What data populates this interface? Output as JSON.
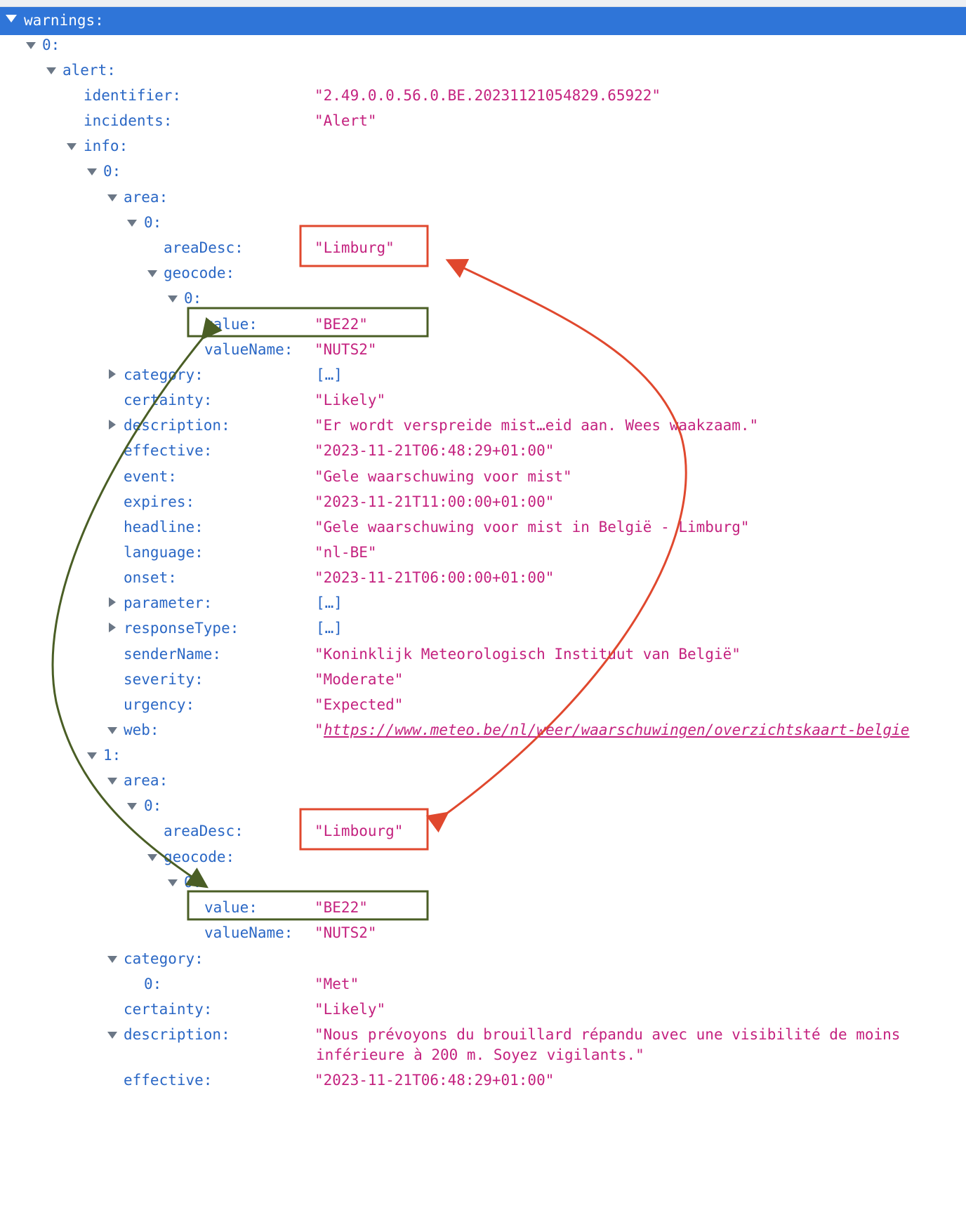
{
  "tree": {
    "root_key": "warnings:",
    "idx0": "0:",
    "alert": "alert:",
    "identifier_k": "identifier:",
    "identifier_v": "\"2.49.0.0.56.0.BE.20231121054829.65922\"",
    "incidents_k": "incidents:",
    "incidents_v": "\"Alert\"",
    "info": "info:",
    "info0": "0:",
    "area": "area:",
    "area0": "0:",
    "areaDesc_k": "areaDesc:",
    "areaDesc_v": "\"Limburg\"",
    "geocode": "geocode:",
    "geo0": "0:",
    "value_k": "value:",
    "value_v": "\"BE22\"",
    "valueName_k": "valueName:",
    "valueName_v": "\"NUTS2\"",
    "category_k": "category:",
    "collapsed": "[…]",
    "certainty_k": "certainty:",
    "certainty_v": "\"Likely\"",
    "description_k": "description:",
    "description_v": "\"Er wordt verspreide mist…eid aan. Wees waakzaam.\"",
    "effective_k": "effective:",
    "effective_v": "\"2023-11-21T06:48:29+01:00\"",
    "event_k": "event:",
    "event_v": "\"Gele waarschuwing voor mist\"",
    "expires_k": "expires:",
    "expires_v": "\"2023-11-21T11:00:00+01:00\"",
    "headline_k": "headline:",
    "headline_v": "\"Gele waarschuwing voor mist in België - Limburg\"",
    "language_k": "language:",
    "language_v": "\"nl-BE\"",
    "onset_k": "onset:",
    "onset_v": "\"2023-11-21T06:00:00+01:00\"",
    "parameter_k": "parameter:",
    "responseType_k": "responseType:",
    "senderName_k": "senderName:",
    "senderName_v": "\"Koninklijk Meteorologisch Instituut van België\"",
    "severity_k": "severity:",
    "severity_v": "\"Moderate\"",
    "urgency_k": "urgency:",
    "urgency_v": "\"Expected\"",
    "web_k": "web:",
    "web_q": "\"",
    "web_v": "https://www.meteo.be/nl/weer/waarschuwingen/overzichtskaart-belgie",
    "info1": "1:",
    "area_b": "area:",
    "area0_b": "0:",
    "areaDesc_k_b": "areaDesc:",
    "areaDesc_v_b": "\"Limbourg\"",
    "geocode_b": "geocode:",
    "geo0_b": "0:",
    "value_k_b": "value:",
    "value_v_b": "\"BE22\"",
    "valueName_k_b": "valueName:",
    "valueName_v_b": "\"NUTS2\"",
    "category_k_b": "category:",
    "cat0_k": "0:",
    "cat0_v": "\"Met\"",
    "certainty_k_b": "certainty:",
    "certainty_v_b": "\"Likely\"",
    "description_k_b": "description:",
    "description_v_b1": "\"Nous prévoyons du brouillard répandu avec une visibilité de moins",
    "description_v_b2": "inférieure à 200 m. Soyez vigilants.\"",
    "effective_k_b": "effective:",
    "effective_v_b": "\"2023-11-21T06:48:29+01:00\""
  },
  "annotation_colors": {
    "red": "#e0482e",
    "green": "#4a5e25"
  }
}
